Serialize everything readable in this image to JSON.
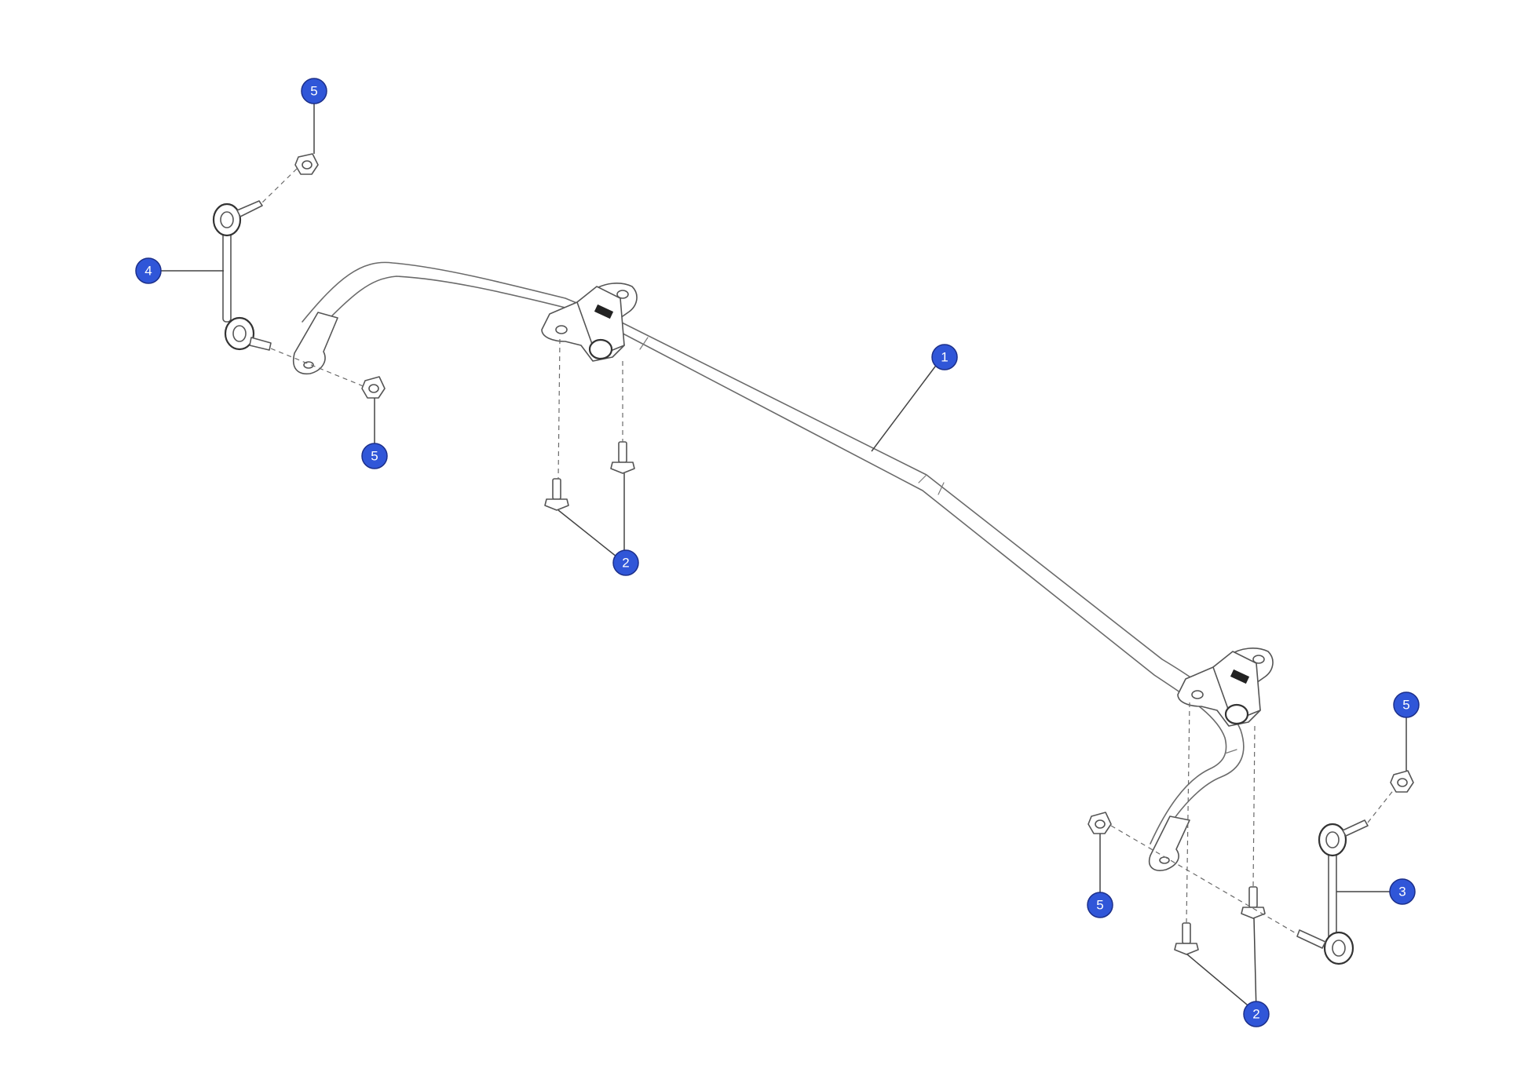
{
  "colors": {
    "callout_fill": "#3056d8",
    "line": "#6a6a6a"
  },
  "callouts": [
    {
      "id": "callout-1",
      "label": "1"
    },
    {
      "id": "callout-2a",
      "label": "2"
    },
    {
      "id": "callout-2b",
      "label": "2"
    },
    {
      "id": "callout-3",
      "label": "3"
    },
    {
      "id": "callout-4",
      "label": "4"
    },
    {
      "id": "callout-5a",
      "label": "5"
    },
    {
      "id": "callout-5b",
      "label": "5"
    },
    {
      "id": "callout-5c",
      "label": "5"
    },
    {
      "id": "callout-5d",
      "label": "5"
    }
  ]
}
